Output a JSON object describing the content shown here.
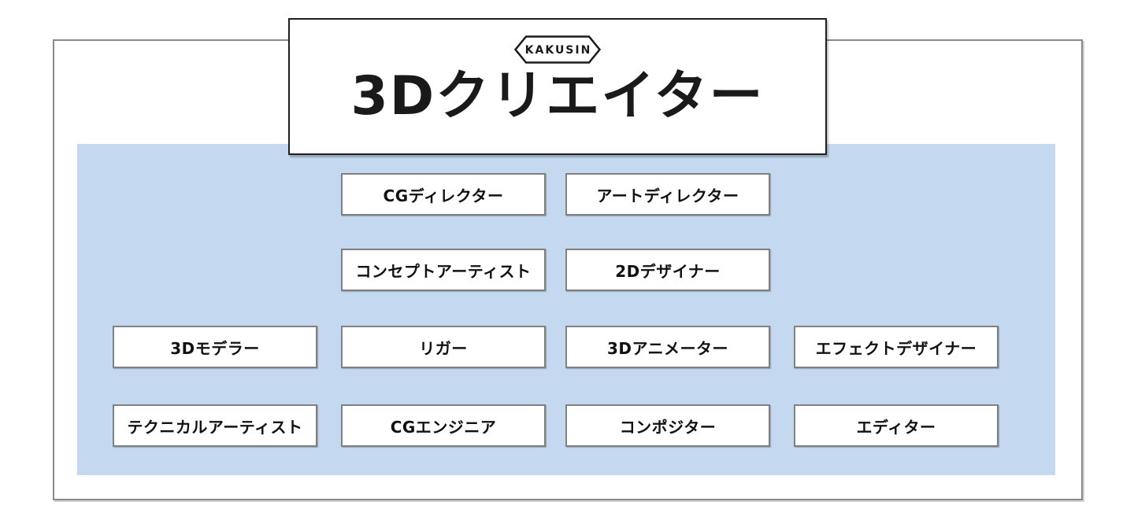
{
  "header": {
    "badge": "KAKUSIN",
    "title": "3Dクリエイター"
  },
  "grid": {
    "rows": [
      {
        "boxes": [
          "CGディレクター",
          "アートディレクター"
        ]
      },
      {
        "boxes": [
          "コンセプトアーティスト",
          "2Dデザイナー"
        ]
      },
      {
        "boxes": [
          "3Dモデラー",
          "リガー",
          "3Dアニメーター",
          "エフェクトデザイナー"
        ]
      },
      {
        "boxes": [
          "テクニカルアーティスト",
          "CGエンジニア",
          "コンポジター",
          "エディター"
        ]
      }
    ]
  },
  "colors": {
    "panel_blue": "#c4d8f0",
    "box_border_gray": "#808080",
    "frame_border_gray": "#8a8a8a",
    "title_border_black": "#1f1f1f",
    "text_black": "#1a1a1a"
  }
}
